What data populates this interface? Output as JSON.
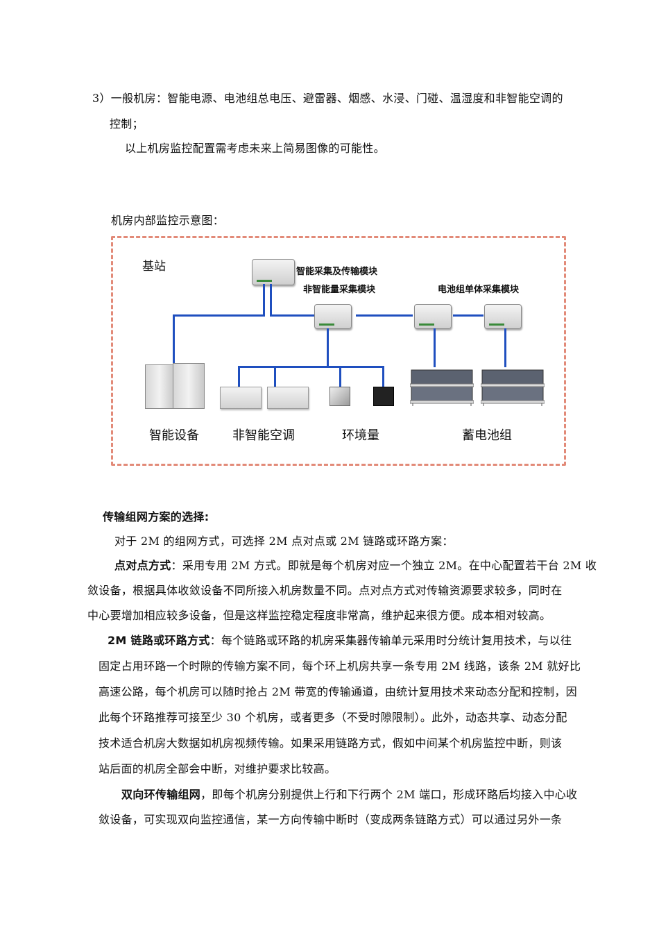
{
  "paragraphs": {
    "p1": "3）一般机房：智能电源、电池组总电压、避雷器、烟感、水浸、门碰、温湿度和非智能空调的",
    "p1b": "控制；",
    "p2": "以上机房监控配置需考虑未来上简易图像的可能性。",
    "caption": "机房内部监控示意图："
  },
  "diagram": {
    "station": "基站",
    "module_main": "智能采集及传输模块",
    "module_nonsmart": "非智能量采集模块",
    "module_battery": "电池组单体采集模块",
    "label_smart": "智能设备",
    "label_ac": "非智能空调",
    "label_env": "环境量",
    "label_battery": "蓄电池组"
  },
  "section": {
    "heading": "传输组网方案的选择:",
    "intro": "对于 2M 的组网方式，可选择 2M 点对点或 2M 链路或环路方案：",
    "ptp_title": "点对点方式",
    "ptp_line1": "：采用专用 2M 方式。即就是每个机房对应一个独立 2M。在中心配置若干台 2M 收",
    "ptp_line2": "敛设备，根据具体收敛设备不同所接入机房数量不同。点对点方式对传输资源要求较多，同时在",
    "ptp_line3": "中心要增加相应较多设备，但是这样监控稳定程度非常高，维护起来很方便。成本相对较高。",
    "chain_title": "2M 链路或环路方式",
    "chain_line1": "：每个链路或环路的机房采集器传输单元采用时分统计复用技术，与以往",
    "chain_line2": "固定占用环路一个时隙的传输方案不同，每个环上机房共享一条专用 2M 线路，该条 2M 就好比",
    "chain_line3": "高速公路，每个机房可以随时抢占 2M 带宽的传输通道，由统计复用技术来动态分配和控制，因",
    "chain_line4": "此每个环路推荐可接至少 30 个机房，或者更多（不受时隙限制）。此外，动态共享、动态分配",
    "chain_line5": "技术适合机房大数据如机房视频传输。如果采用链路方式，假如中间某个机房监控中断，则该",
    "chain_line6": "站后面的机房全部会中断，对维护要求比较高。",
    "ring_title": "双向环传输组网",
    "ring_line1": "，即每个机房分别提供上行和下行两个 2M 端口，形成环路后均接入中心收",
    "ring_line2": "敛设备，可实现双向监控通信，某一方向传输中断时（变成两条链路方式）可以通过另外一条"
  }
}
